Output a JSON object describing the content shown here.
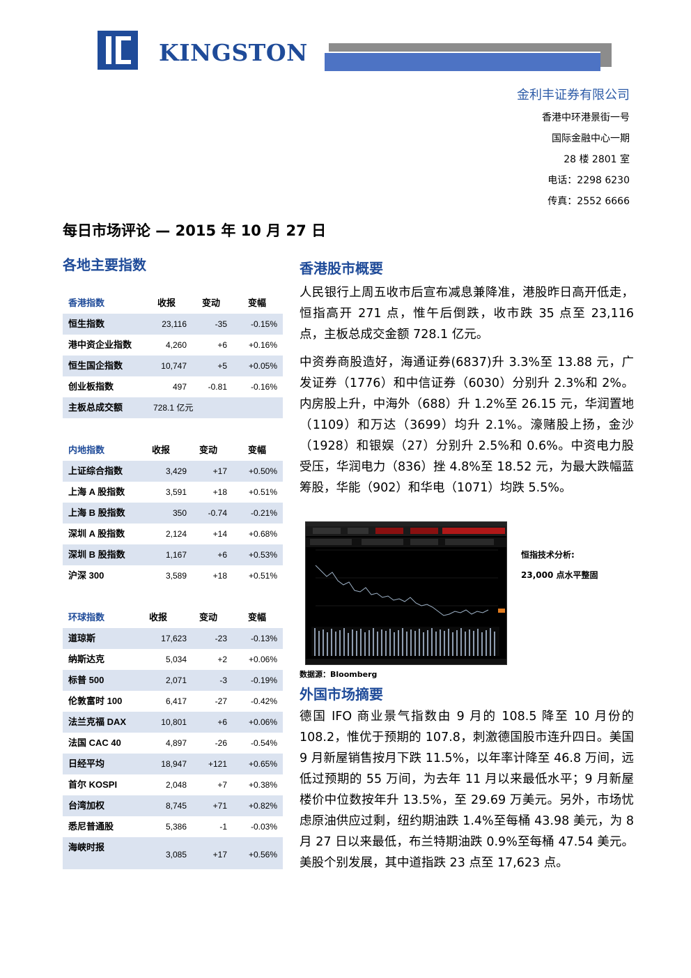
{
  "header": {
    "logo_text": "KINGSTON",
    "company_name": "金利丰证券有限公司",
    "address_lines": [
      "香港中环港景街一号",
      "国际金融中心一期",
      "28 楼 2801 室",
      "电话：2298 6230",
      "传真：2552 6666"
    ]
  },
  "title": "每日市场评论 — 2015 年 10 月 27 日",
  "left_section_title": "各地主要指数",
  "tables": {
    "hk": {
      "headers": [
        "香港指数",
        "收报",
        "变动",
        "变幅"
      ],
      "rows": [
        {
          "name": "恒生指数",
          "close": "23,116",
          "change": "-35",
          "pct": "-0.15%"
        },
        {
          "name": "港中资企业指数",
          "close": "4,260",
          "change": "+6",
          "pct": "+0.16%"
        },
        {
          "name": "恒生国企指数",
          "close": "10,747",
          "change": "+5",
          "pct": "+0.05%"
        },
        {
          "name": "创业板指数",
          "close": "497",
          "change": "-0.81",
          "pct": "-0.16%"
        },
        {
          "name": "主板总成交额",
          "close": "728.1 亿元",
          "change": "",
          "pct": ""
        }
      ]
    },
    "mainland": {
      "headers": [
        "内地指数",
        "收报",
        "变动",
        "变幅"
      ],
      "rows": [
        {
          "name": "上证综合指数",
          "close": "3,429",
          "change": "+17",
          "pct": "+0.50%"
        },
        {
          "name": "上海 A 股指数",
          "close": "3,591",
          "change": "+18",
          "pct": "+0.51%"
        },
        {
          "name": "上海 B 股指数",
          "close": "350",
          "change": "-0.74",
          "pct": "-0.21%"
        },
        {
          "name": "深圳 A 股指数",
          "close": "2,124",
          "change": "+14",
          "pct": "+0.68%"
        },
        {
          "name": "深圳 B 股指数",
          "close": "1,167",
          "change": "+6",
          "pct": "+0.53%"
        },
        {
          "name": "沪深 300",
          "close": "3,589",
          "change": "+18",
          "pct": "+0.51%"
        }
      ]
    },
    "global": {
      "headers": [
        "环球指数",
        "收报",
        "变动",
        "变幅"
      ],
      "rows": [
        {
          "name": "道琼斯",
          "close": "17,623",
          "change": "-23",
          "pct": "-0.13%"
        },
        {
          "name": "纳斯达克",
          "close": "5,034",
          "change": "+2",
          "pct": "+0.06%"
        },
        {
          "name": "标普 500",
          "close": "2,071",
          "change": "-3",
          "pct": "-0.19%"
        },
        {
          "name": "伦敦富时 100",
          "close": "6,417",
          "change": "-27",
          "pct": "-0.42%"
        },
        {
          "name": "法兰克福 DAX",
          "close": "10,801",
          "change": "+6",
          "pct": "+0.06%"
        },
        {
          "name": "法国 CAC 40",
          "close": "4,897",
          "change": "-26",
          "pct": "-0.54%"
        },
        {
          "name": "日经平均",
          "close": "18,947",
          "change": "+121",
          "pct": "+0.65%"
        },
        {
          "name": "首尔 KOSPI",
          "close": "2,048",
          "change": "+7",
          "pct": "+0.38%"
        },
        {
          "name": "台湾加权",
          "close": "8,745",
          "change": "+71",
          "pct": "+0.82%"
        },
        {
          "name": "悉尼普通股",
          "close": "5,386",
          "change": "-1",
          "pct": "-0.03%"
        },
        {
          "name": "海峡时报",
          "close": "3,085",
          "change": "+17",
          "pct": "+0.56%"
        }
      ]
    }
  },
  "hk_overview": {
    "title": "香港股市概要",
    "p1": "人民银行上周五收市后宣布减息兼降准，港股昨日高开低走，恒指高开 271 点，惟午后倒跌，收市跌 35 点至 23,116 点，主板总成交金额 728.1 亿元。",
    "p2": "中资券商股造好，海通证券(6837)升 3.3%至 13.88 元，广发证券（1776）和中信证券（6030）分别升 2.3%和 2%。内房股上升，中海外（688）升 1.2%至 26.15 元，华润置地（1109）和万达（3699）均升 2.1%。濠赌股上扬，金沙（1928）和银娱（27）分别升 2.5%和 0.6%。中资电力股受压，华润电力（836）挫 4.8%至 18.52 元，为最大跌幅蓝筹股，华能（902）和华电（1071）均跌 5.5%。"
  },
  "chart_caption": {
    "line1": "恒指技术分析:",
    "line2": "23,000 点水平整固"
  },
  "source": "数据源：Bloomberg",
  "foreign": {
    "title": "外国市场摘要",
    "p1": "德国 IFO 商业景气指数由 9 月的 108.5 降至 10 月份的 108.2，惟优于预期的 107.8，刺激德国股市连升四日。美国 9 月新屋销售按月下跌 11.5%，以年率计降至 46.8 万间，远低过预期的 55 万间，为去年 11 月以来最低水平；9 月新屋楼价中位数按年升 13.5%，至 29.69 万美元。另外，市场忧虑原油供应过剩，纽约期油跌 1.4%至每桶 43.98 美元，为 8 月 27 日以来最低，布兰特期油跌 0.9%至每桶 47.54 美元。美股个别发展，其中道指跌 23 点至 17,623 点。"
  },
  "colors": {
    "brand": "#1f4b99",
    "row_shade": "#dbe3f0"
  }
}
